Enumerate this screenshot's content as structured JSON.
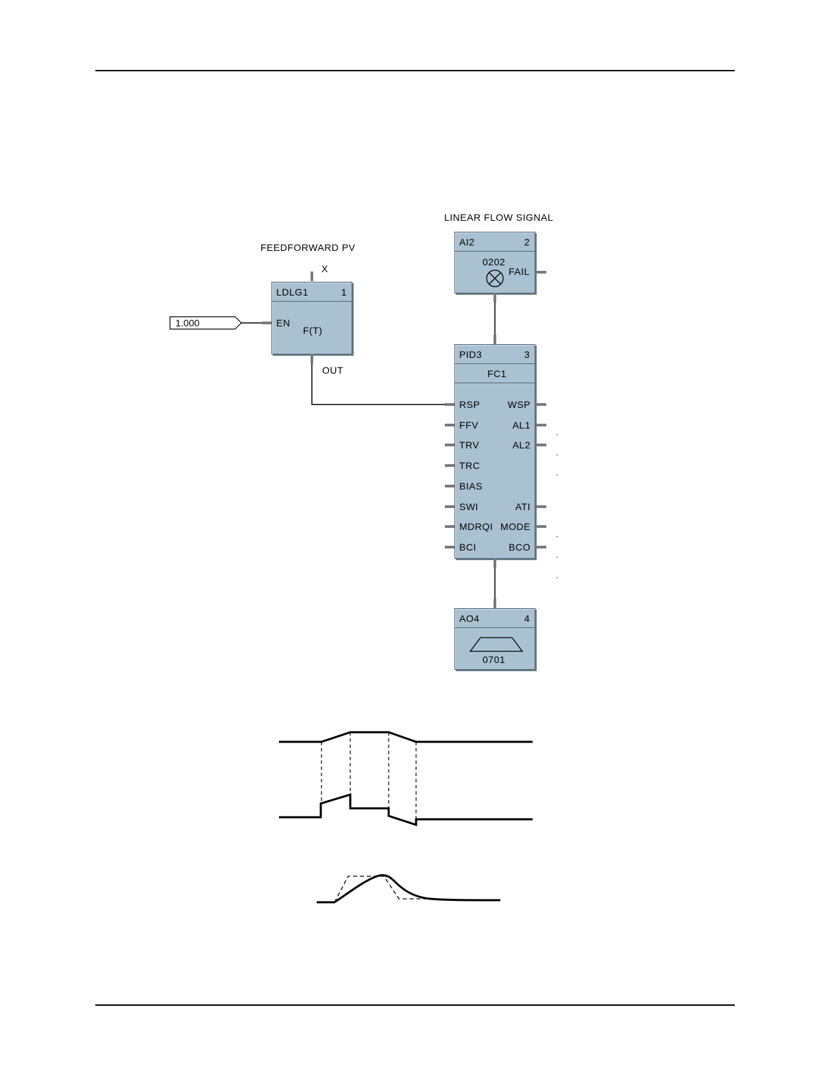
{
  "labels": {
    "feedforward_pv": "FEEDFORWARD PV",
    "linear_flow_signal": "LINEAR FLOW SIGNAL",
    "x": "X",
    "out": "OUT"
  },
  "constant": {
    "value": "1.000"
  },
  "ldlg": {
    "name": "LDLG1",
    "number": "1",
    "in_en": "EN",
    "func": "F(T)"
  },
  "ai": {
    "name": "AI2",
    "number": "2",
    "code": "0202",
    "out_fail": "FAIL"
  },
  "pid": {
    "name": "PID3",
    "number": "3",
    "tag": "FC1",
    "inputs": [
      "RSP",
      "FFV",
      "TRV",
      "TRC",
      "BIAS",
      "SWI",
      "MDRQI",
      "BCI"
    ],
    "outputs": {
      "wsp": "WSP",
      "al1": "AL1",
      "al2": "AL2",
      "ati": "ATI",
      "mode": "MODE",
      "bco": "BCO"
    }
  },
  "ao": {
    "name": "AO4",
    "number": "4",
    "code": "0701"
  },
  "colors": {
    "block_fill": "#a9c1d0",
    "pin": "#7a7a7a"
  }
}
